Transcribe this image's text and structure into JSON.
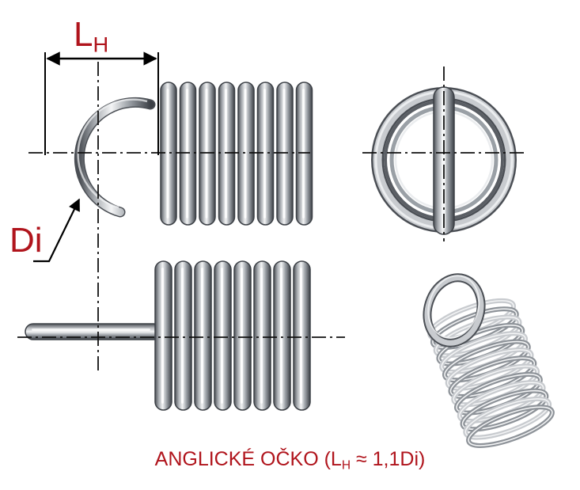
{
  "labels": {
    "lh_main": "L",
    "lh_sub": "H",
    "di": "Di"
  },
  "caption": {
    "prefix": "ANGLICKÉ OČKO (L",
    "sub": "H",
    "suffix": " ≈ 1,1Di)"
  },
  "colors": {
    "label_red": "#b0141c",
    "steel_light": "#f4f5f6",
    "steel_mid": "#a9adb2",
    "steel_dark": "#4b4f55",
    "centerline": "#111111"
  }
}
